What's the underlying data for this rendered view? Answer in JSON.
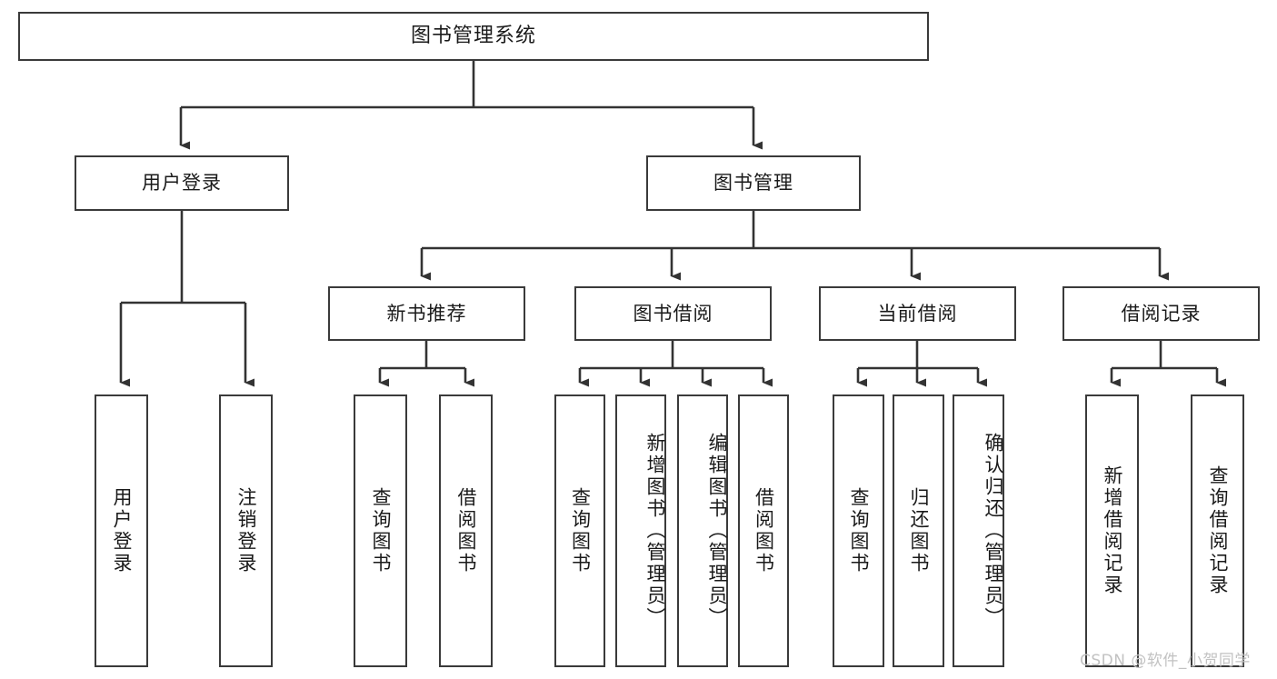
{
  "diagram": {
    "title": "图书管理系统",
    "type": "tree-hierarchy-diagram",
    "colors": {
      "box_border": "#3a3a3a",
      "box_fill": "#ffffff",
      "edge": "#333333",
      "text": "#1a1a1a",
      "watermark": "#c2c2c2",
      "background": "#ffffff"
    },
    "root": {
      "label": "图书管理系统"
    },
    "level2": [
      {
        "label": "用户登录"
      },
      {
        "label": "图书管理"
      }
    ],
    "level3": [
      {
        "label": "新书推荐"
      },
      {
        "label": "图书借阅"
      },
      {
        "label": "当前借阅"
      },
      {
        "label": "借阅记录"
      }
    ],
    "leaves": {
      "user_login": [
        {
          "label": "用户登录"
        },
        {
          "label": "注销登录"
        }
      ],
      "new_book_recommend": [
        {
          "label": "查询图书"
        },
        {
          "label": "借阅图书"
        }
      ],
      "book_borrow": [
        {
          "label": "查询图书"
        },
        {
          "label": "新增图书（管理员）"
        },
        {
          "label": "编辑图书（管理员）"
        },
        {
          "label": "借阅图书"
        }
      ],
      "current_borrow": [
        {
          "label": "查询图书"
        },
        {
          "label": "归还图书"
        },
        {
          "label": "确认归还（管理员）"
        }
      ],
      "borrow_record": [
        {
          "label": "新增借阅记录"
        },
        {
          "label": "查询借阅记录"
        }
      ]
    }
  },
  "watermark": {
    "text": "CSDN @软件_小贺同学"
  }
}
